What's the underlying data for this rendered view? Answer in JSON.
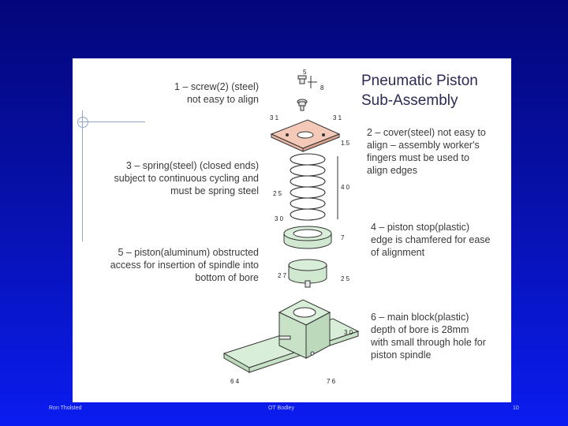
{
  "title": "Pneumatic Piston\nSub-Assembly",
  "callouts": {
    "c1": "1 – screw(2) (steel)\nnot easy to align",
    "c2": "2 – cover(steel) not easy to\nalign – assembly worker's\nfingers must be used to\nalign edges",
    "c3": "3 – spring(steel) (closed ends)\nsubject to continuous cycling and\nmust be spring steel",
    "c4": "4 – piston stop(plastic)\nedge is chamfered for ease\nof alignment",
    "c5": "5 – piston(aluminum) obstructed\naccess for insertion of spindle into\nbottom of bore",
    "c6": "6 – main block(plastic)\ndepth of bore is 28mm\nwith small through hole for\npiston spindle"
  },
  "dimensions": {
    "screw_top": "5",
    "screw_side": "8",
    "cover_left": "3 1",
    "cover_right": "3 1",
    "cover_thick": "1.5",
    "spring_dia": "2 5",
    "spring_len": "4 0",
    "stop_dia": "3 0",
    "stop_h": "7",
    "piston_dia": "2 7",
    "piston_h": "2 5",
    "block_h": "3 0",
    "base_w": "6 4",
    "base_l": "7 6"
  },
  "footer": {
    "left": "Ron Tholsted",
    "center": "OT Bodley",
    "right": "10"
  },
  "colors": {
    "part_fill": "#d9eed9",
    "cover_fill": "#f4c9b8",
    "outline": "#333333"
  }
}
